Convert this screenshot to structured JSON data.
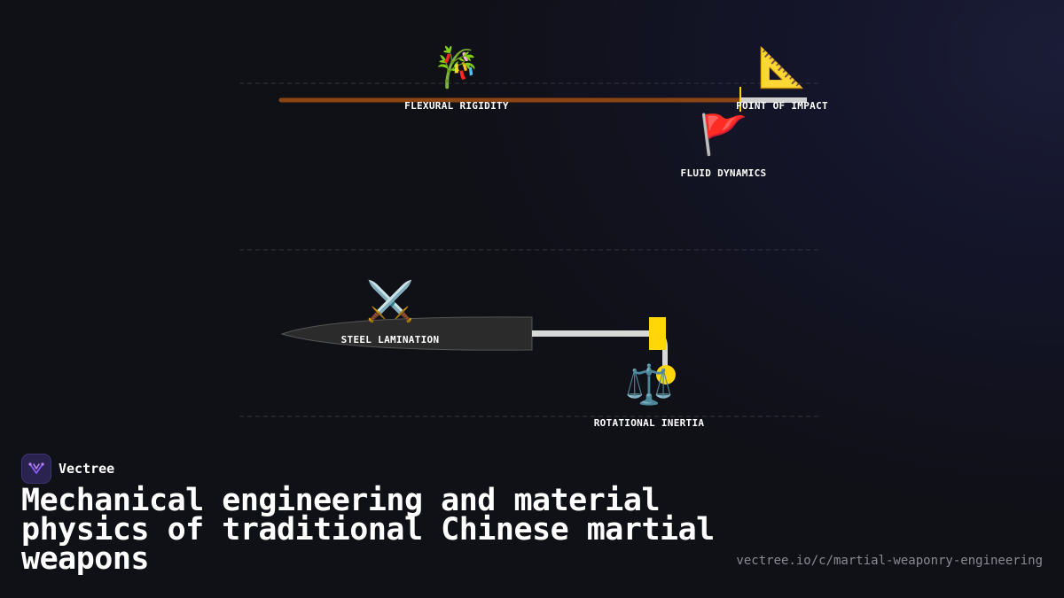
{
  "diagram": {
    "labels": {
      "flexural_rigidity": "FLEXURAL RIGIDITY",
      "point_of_impact": "POINT OF IMPACT",
      "fluid_dynamics": "FLUID DYNAMICS",
      "steel_lamination": "STEEL LAMINATION",
      "rotational_inertia": "ROTATIONAL INERTIA"
    },
    "icons": {
      "flexural_rigidity": "🎋",
      "point_of_impact": "📐",
      "fluid_dynamics": "🚩",
      "steel_lamination": "⚔️",
      "rotational_inertia": "⚖️"
    },
    "colors": {
      "staff": "#8B4513",
      "spear_tip": "#d0d0d0",
      "blade": "#2b2b2b",
      "handle": "#d8d8d8",
      "accent_yellow": "#FFD60A",
      "divider": "#3a3a44"
    }
  },
  "brand": {
    "name": "Vectree",
    "icon": "vectree-logo-icon"
  },
  "title": "Mechanical engineering and material physics of traditional Chinese martial weapons",
  "url": "vectree.io/c/martial-weaponry-engineering"
}
